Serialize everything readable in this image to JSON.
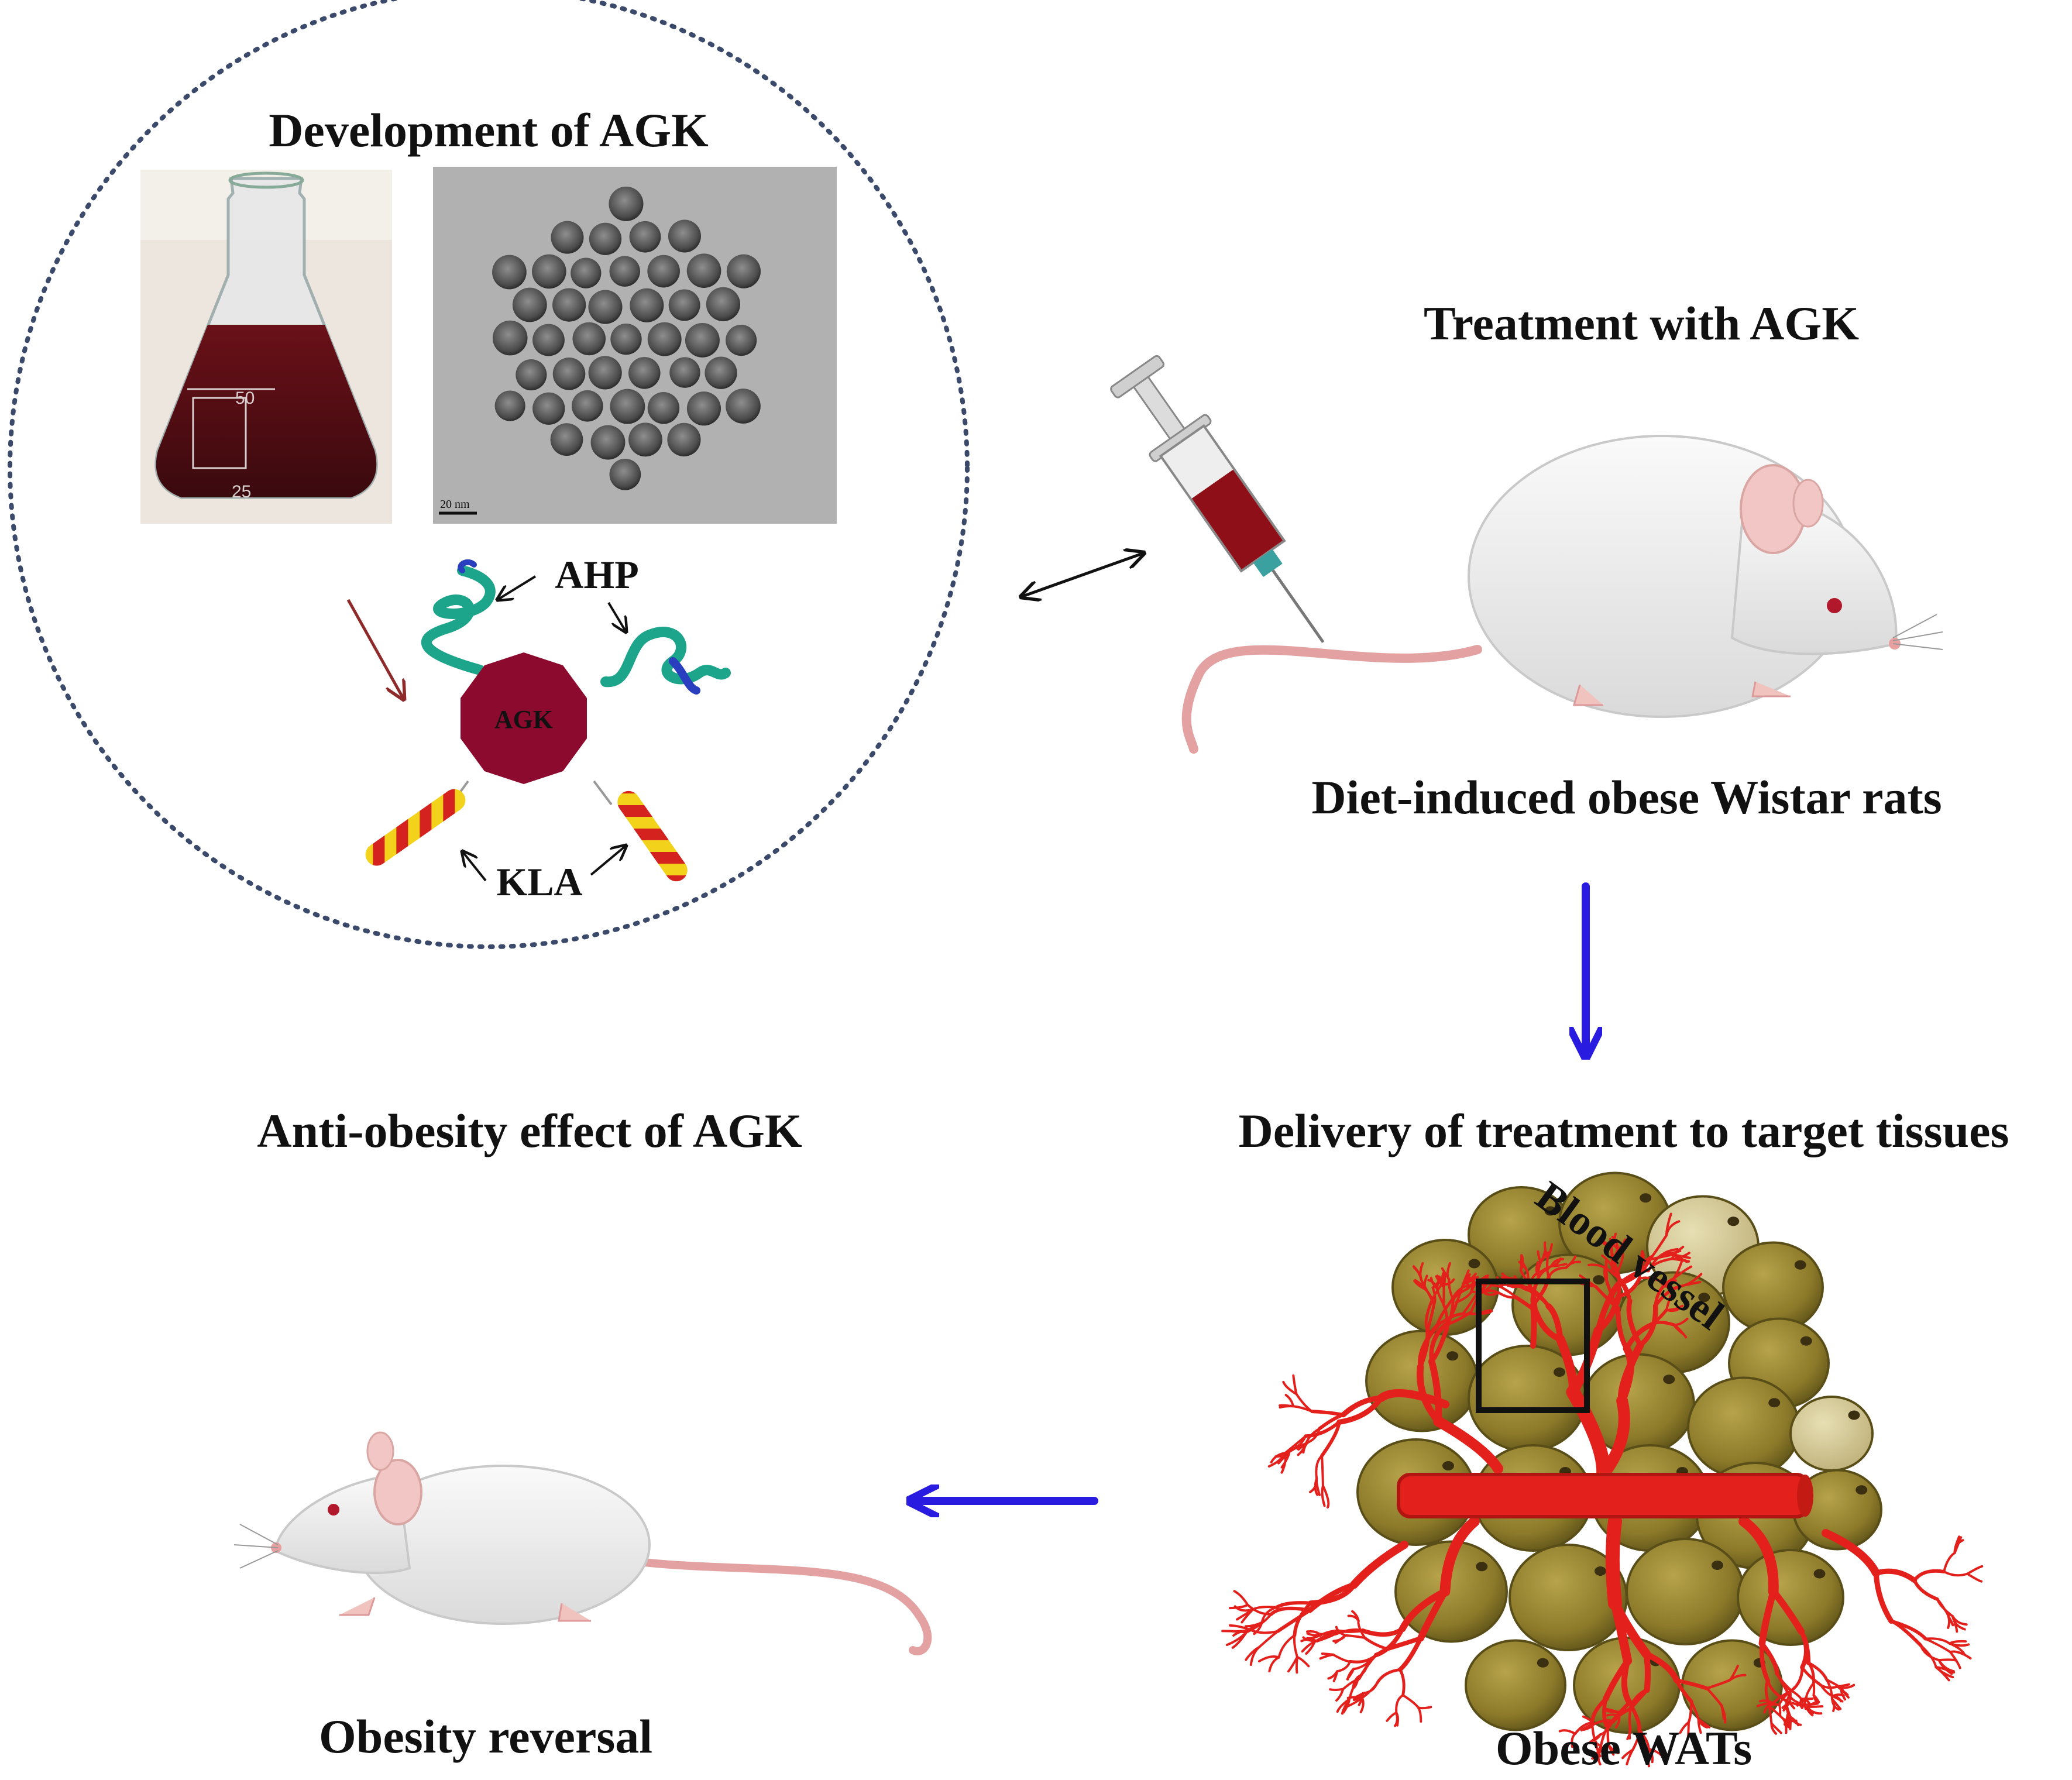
{
  "panels": {
    "development": {
      "title": "Development of AGK",
      "flask_marks": [
        "50",
        "25"
      ],
      "tem_scale": "20 nm",
      "nanoparticle": {
        "core_label": "AGK",
        "peptide_labels": [
          "AHP",
          "KLA"
        ]
      }
    },
    "treatment": {
      "title": "Treatment with AGK",
      "subject": "Diet-induced obese Wistar rats"
    },
    "delivery": {
      "title": "Delivery of treatment to target tissues",
      "vessel_label": "Blood vessel",
      "tissue_label": "Obese WATs"
    },
    "outcome": {
      "title": "Anti-obesity effect of AGK",
      "result": "Obesity reversal"
    }
  },
  "colors": {
    "agk_core": "#8b0a2e",
    "flow_arrow": "#2a1be0",
    "vessel": "#e3201b",
    "adipocyte": "#8c7a2a",
    "dotted_border": "#3b4a6b"
  }
}
